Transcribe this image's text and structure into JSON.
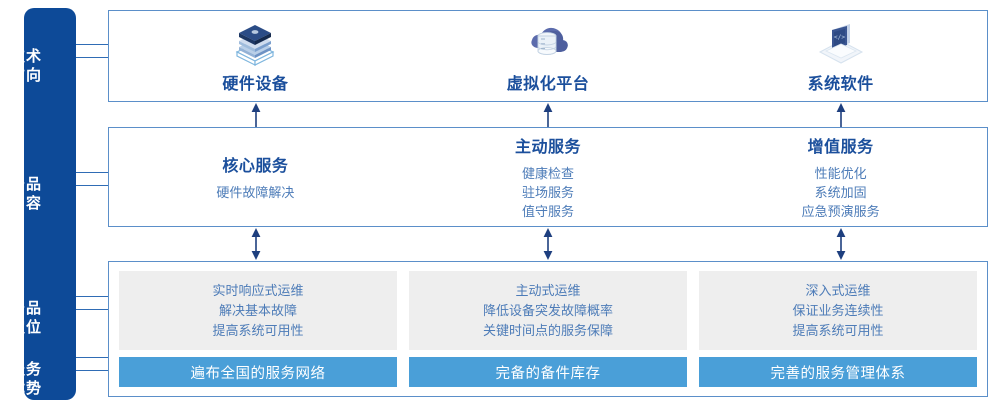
{
  "sidebar": {
    "labels": [
      {
        "id": "tech-direction",
        "text": "技术\n方向"
      },
      {
        "id": "product-content",
        "text": "产品\n内容"
      },
      {
        "id": "product-positioning",
        "text": "产品\n定位"
      },
      {
        "id": "service-advantage",
        "text": "服务\n优势"
      }
    ]
  },
  "tech_row": {
    "items": [
      {
        "icon": "server-stack-icon",
        "label": "硬件设备"
      },
      {
        "icon": "cloud-database-icon",
        "label": "虚拟化平台"
      },
      {
        "icon": "laptop-code-icon",
        "label": "系统软件"
      }
    ]
  },
  "content_row": {
    "items": [
      {
        "title": "核心服务",
        "lines": [
          "硬件故障解决"
        ]
      },
      {
        "title": "主动服务",
        "lines": [
          "健康检查",
          "驻场服务",
          "值守服务"
        ]
      },
      {
        "title": "增值服务",
        "lines": [
          "性能优化",
          "系统加固",
          "应急预演服务"
        ]
      }
    ]
  },
  "positioning_row": {
    "items": [
      {
        "lines": [
          "实时响应式运维",
          "解决基本故障",
          "提高系统可用性"
        ],
        "advantage": "遍布全国的服务网络"
      },
      {
        "lines": [
          "主动式运维",
          "降低设备突发故障概率",
          "关键时间点的服务保障"
        ],
        "advantage": "完备的备件库存"
      },
      {
        "lines": [
          "深入式运维",
          "保证业务连续性",
          "提高系统可用性"
        ],
        "advantage": "完善的服务管理体系"
      }
    ]
  },
  "colors": {
    "sidebar_blue": "#0d4a98",
    "box_border": "#5b8fc9",
    "title_blue": "#1b4f9c",
    "body_blue": "#4d7cb8",
    "advantage_blue": "#4a9fd8",
    "gray_panel": "#eeeeee",
    "connector": "#2f6cb5"
  }
}
